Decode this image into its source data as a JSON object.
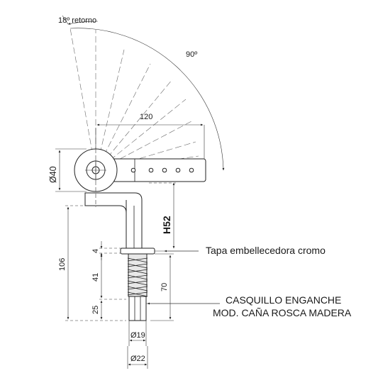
{
  "labels": {
    "return_angle": "18º retorno",
    "swing_angle": "90º",
    "arm_length": "120",
    "diameter_40": "Ø40",
    "height_h52": "H52",
    "dim_106": "106",
    "dim_4": "4",
    "dim_41": "41",
    "dim_25": "25",
    "dim_70": "70",
    "diameter_19": "Ø19",
    "diameter_22": "Ø22",
    "cap_note": "Tapa embellecedora cromo",
    "bushing_note_line1": "CASQUILLO ENGANCHE",
    "bushing_note_line2": "MOD. CAÑA ROSCA MADERA"
  }
}
